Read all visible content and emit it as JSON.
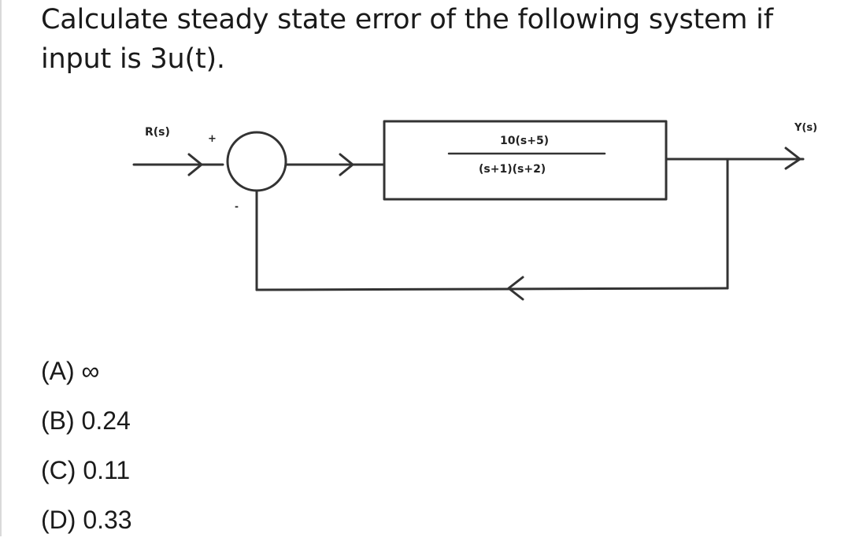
{
  "question": {
    "text": "Calculate steady state error of the following system if input is 3u(t)."
  },
  "diagram": {
    "input_label": "R(s)",
    "output_label": "Y(s)",
    "sum_plus_sign": "+",
    "sum_minus_sign": "-",
    "transfer_function": {
      "numerator": "10(s+5)",
      "denominator": "(s+1)(s+2)"
    }
  },
  "options": [
    {
      "label": "(A) ∞"
    },
    {
      "label": "(B) 0.24"
    },
    {
      "label": "(C) 0.11"
    },
    {
      "label": "(D) 0.33"
    }
  ]
}
